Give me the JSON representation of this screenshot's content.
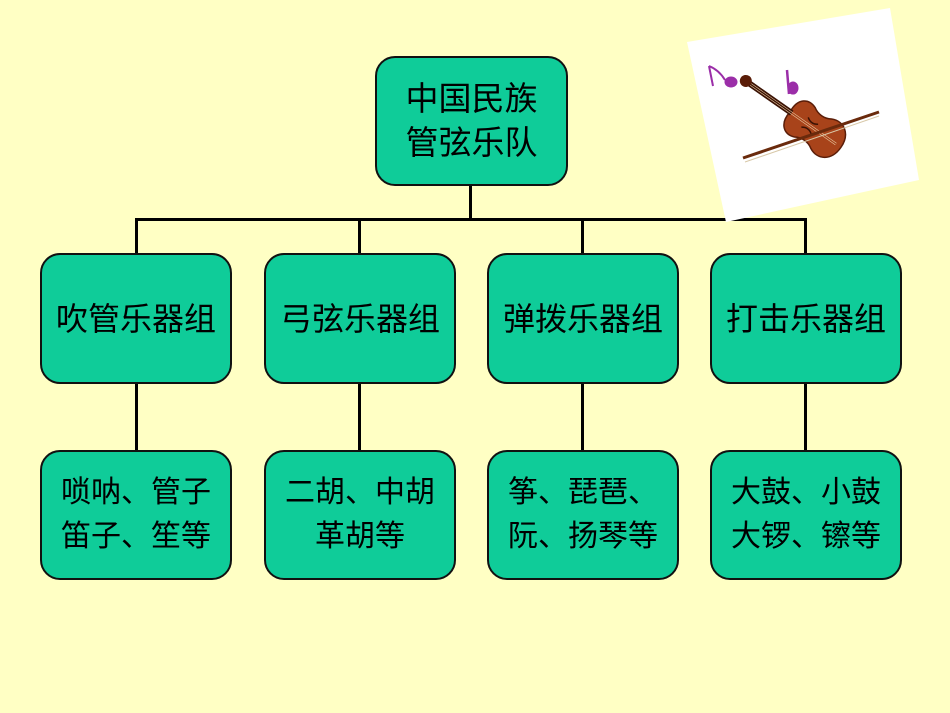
{
  "colors": {
    "background": "#ffffc4",
    "node_fill": "#0fcc99",
    "node_border": "#111111",
    "connector": "#000000"
  },
  "root": {
    "label": "中国民族\n管弦乐队"
  },
  "groups": [
    {
      "label": "吹管乐器组",
      "instruments": "唢呐、管子\n笛子、笙等"
    },
    {
      "label": "弓弦乐器组",
      "instruments": "二胡、中胡\n革胡等"
    },
    {
      "label": "弹拨乐器组",
      "instruments": "筝、琵琶、\n阮、扬琴等"
    },
    {
      "label": "打击乐器组",
      "instruments": "大鼓、小鼓\n大锣、镲等"
    }
  ],
  "decoration": {
    "image": "violin-with-music-notes"
  }
}
